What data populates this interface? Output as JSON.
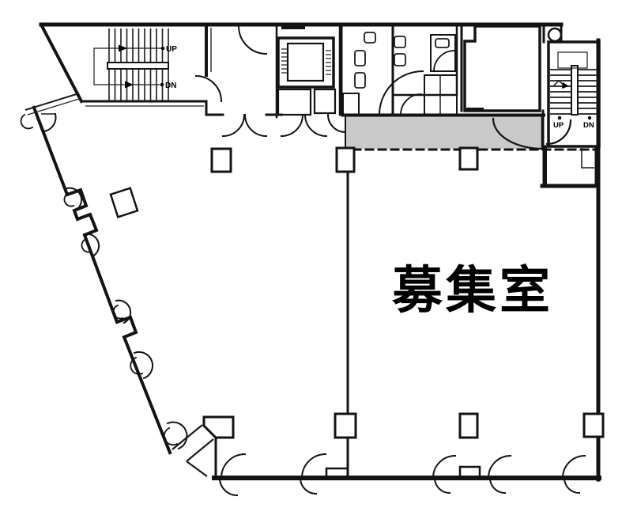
{
  "plan": {
    "room": {
      "label": "募集室"
    },
    "stairs_left": {
      "up_label": "UP",
      "down_label": "DN"
    },
    "stairs_right": {
      "up_label": "UP",
      "down_label": "DN"
    },
    "colors": {
      "wall": "#131313",
      "corridor_shade": "#c9c9c9",
      "background": "#ffffff"
    }
  }
}
